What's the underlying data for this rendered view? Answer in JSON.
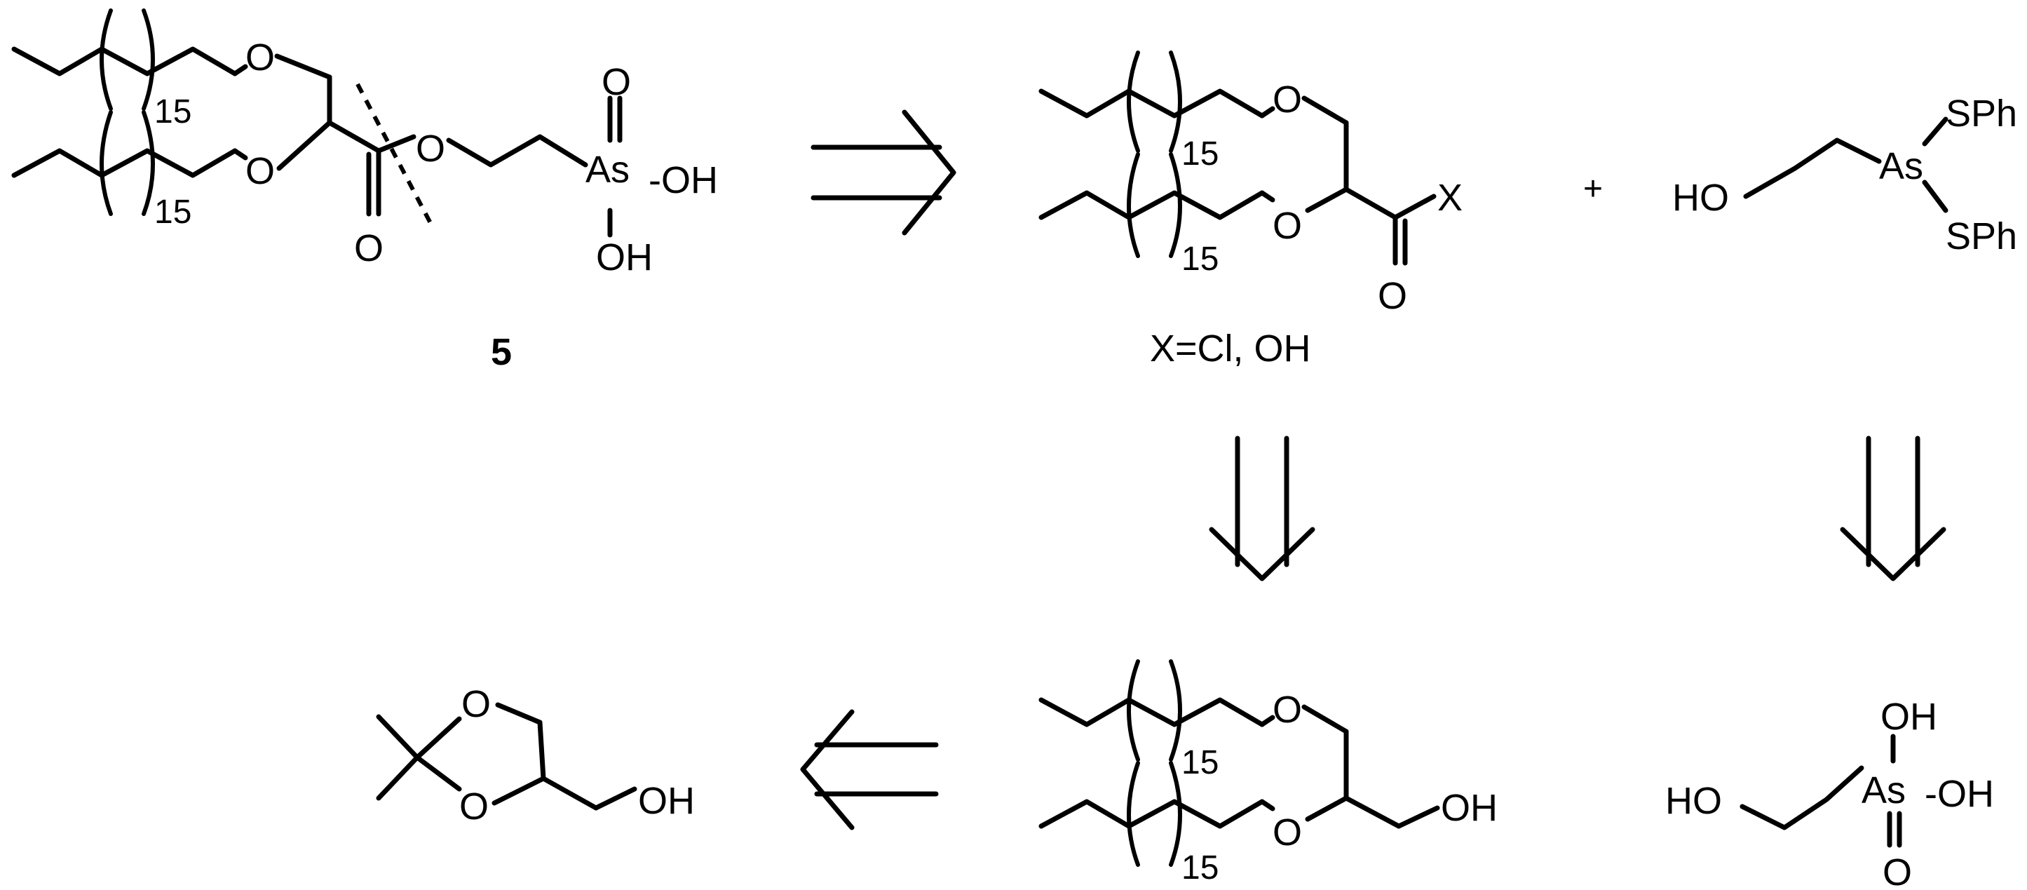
{
  "compound_label": "5",
  "repeat_count": "15",
  "atoms": {
    "O": "O",
    "OH": "OH",
    "HO": "HO",
    "As": "As",
    "SPh": "SPh",
    "X": "X",
    "dash_OH": "-OH"
  },
  "plus": "+",
  "condition_text": "X=Cl, OH"
}
